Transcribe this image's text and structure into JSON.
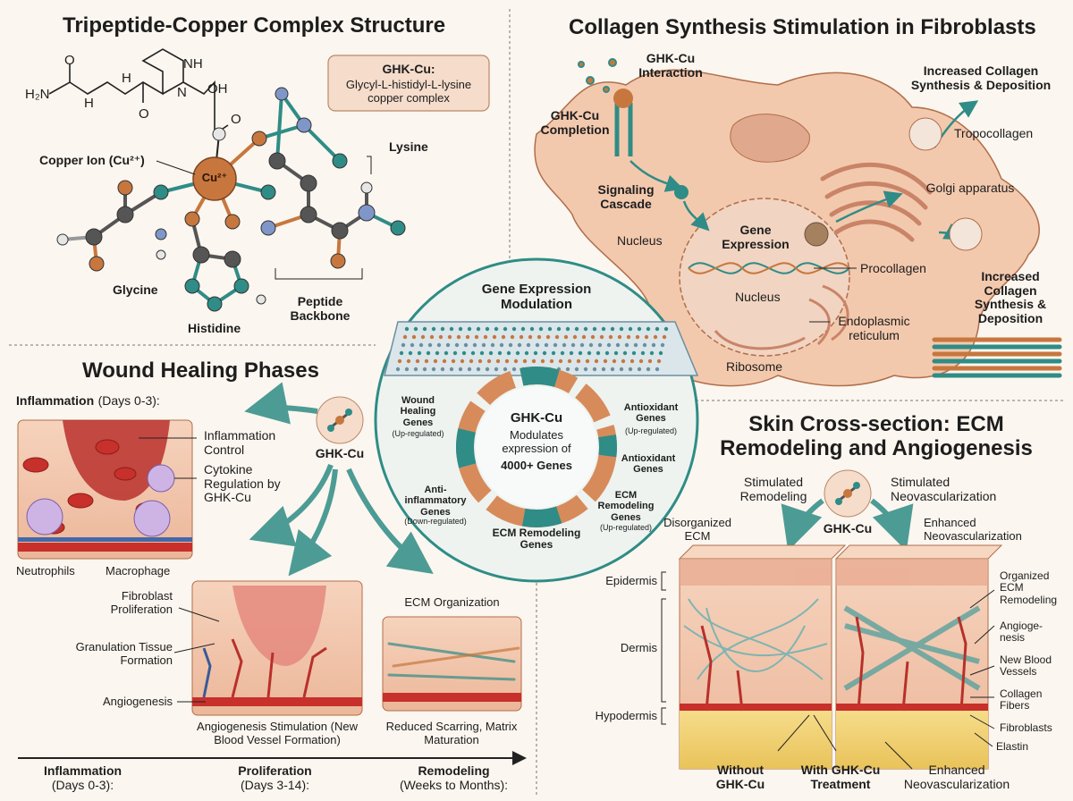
{
  "quad_tl": {
    "title": "Tripeptide-Copper Complex Structure",
    "formula": {
      "h2n": "H₂N",
      "o1": "O",
      "o2": "O",
      "h1": "H",
      "h2": "H",
      "nh": "NH",
      "n": "N",
      "oh": "OH",
      "o3": "O"
    },
    "callout_title": "GHK-Cu:",
    "callout_text": "Glycyl-L-histidyl-L-lysine copper complex",
    "cu_label": "Cu²⁺",
    "copper_ion": "Copper Ion (Cu²⁺)",
    "lysine": "Lysine",
    "glycine": "Glycine",
    "histidine": "Histidine",
    "peptide_backbone": "Peptide Backbone"
  },
  "quad_tr": {
    "title": "Collagen Synthesis Stimulation in Fibroblasts",
    "ghk_interaction": "GHK-Cu Interaction",
    "ghk_completion": "GHK-Cu Completion",
    "signaling_cascade": "Signaling Cascade",
    "nucleus_outer": "Nucleus",
    "gene_expression": "Gene Expression",
    "nucleus_inner": "Nucleus",
    "procollagen": "Procollagen",
    "er": "Endoplasmic reticulum",
    "ribosome": "Ribosome",
    "golgi": "Golgi apparatus",
    "tropocollagen": "Tropocollagen",
    "increased_top": "Increased Collagen Synthesis & Deposition",
    "increased_bottom": "Increased Collagen Synthesis & Deposition"
  },
  "center": {
    "title": "Gene Expression Modulation",
    "ring_title": "GHK-Cu",
    "ring_text": "Modulates expression of",
    "ring_bold": "4000+ Genes",
    "wound_genes": "Wound Healing Genes",
    "wound_sub": "(Up-regulated)",
    "antiox_genes": "Antioxidant Genes",
    "antiox_sub": "(Up-regulated)",
    "antiox2": "Antioxidant Genes",
    "anti_inflam": "Anti-inflammatory Genes",
    "anti_inflam_sub": "(Down-regulated)",
    "ecm_right": "ECM Remodeling Genes",
    "ecm_right_sub": "(Up-regulated)",
    "ecm_bottom": "ECM Remodeling Genes"
  },
  "quad_bl": {
    "title": "Wound Healing Phases",
    "inflammation_head": "Inflammation",
    "inflammation_days": "(Days 0-3):",
    "ghk": "GHK-Cu",
    "inflammation_control": "Inflammation Control",
    "cytokine": "Cytokine Regulation by GHK-Cu",
    "neutrophils": "Neutrophils",
    "macrophage": "Macrophage",
    "fibroblast_prolif": "Fibroblast Proliferation",
    "granulation": "Granulation Tissue Formation",
    "angiogenesis": "Angiogenesis",
    "angio_stim": "Angiogenesis Stimulation (New Blood Vessel Formation)",
    "ecm_org": "ECM Organization",
    "reduced_scarring": "Reduced Scarring, Matrix Maturation",
    "timeline": [
      {
        "name": "Inflammation",
        "days": "(Days 0-3):"
      },
      {
        "name": "Proliferation",
        "days": "(Days 3-14):"
      },
      {
        "name": "Remodeling",
        "days": "(Weeks to Months):"
      }
    ]
  },
  "quad_br": {
    "title": "Skin Cross-section: ECM Remodeling and Angiogenesis",
    "stim_remodeling": "Stimulated Remodeling",
    "stim_neovasc": "Stimulated Neovascularization",
    "ghk": "GHK-Cu",
    "disorganized": "Disorganized ECM",
    "enhanced_neo_top": "Enhanced Neovascularization",
    "epidermis": "Epidermis",
    "dermis": "Dermis",
    "hypodermis": "Hypodermis",
    "organized": "Organized ECM Remodeling",
    "angiogenesis": "Angioge-nesis",
    "new_vessels": "New Blood Vessels",
    "collagen_fibers": "Collagen Fibers",
    "fibroblasts": "Fibroblasts",
    "elastin": "Elastin",
    "without": "Without GHK-Cu",
    "with": "With GHK-Cu Treatment",
    "enhanced_neo_bottom": "Enhanced Neovascularization"
  },
  "colors": {
    "teal": "#2f8c86",
    "copper": "#c7773e",
    "skin": "#f3c9ae",
    "blood": "#b8302b"
  }
}
